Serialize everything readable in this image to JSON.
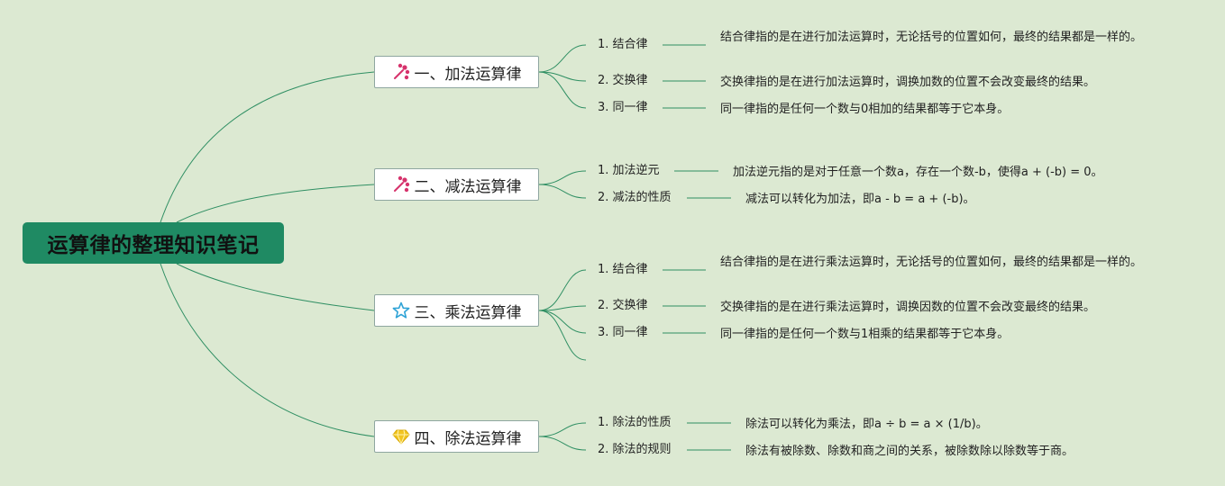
{
  "root": {
    "title": "运算律的整理知识笔记"
  },
  "colors": {
    "background": "#dce9d2",
    "root_fill": "#1f8a63",
    "line": "#2f8f63",
    "icon_pink": "#d6336c",
    "icon_blue": "#2fa3d6",
    "icon_gold": "#f2c521"
  },
  "branches": [
    {
      "title": "一、加法运算律",
      "icon": "sparkle-icon",
      "items": [
        {
          "label": "1. 结合律",
          "desc": "结合律指的是在进行加法运算时，无论括号的位置如何，最终的结果都是一样的。"
        },
        {
          "label": "2. 交换律",
          "desc": "交换律指的是在进行加法运算时，调换加数的位置不会改变最终的结果。"
        },
        {
          "label": "3. 同一律",
          "desc": "同一律指的是任何一个数与0相加的结果都等于它本身。"
        }
      ]
    },
    {
      "title": "二、减法运算律",
      "icon": "sparkle-icon",
      "items": [
        {
          "label": "1. 加法逆元",
          "desc": "加法逆元指的是对于任意一个数a，存在一个数-b，使得a + (-b) = 0。"
        },
        {
          "label": "2. 减法的性质",
          "desc": "减法可以转化为加法，即a - b = a + (-b)。"
        }
      ]
    },
    {
      "title": "三、乘法运算律",
      "icon": "star-icon",
      "items": [
        {
          "label": "1. 结合律",
          "desc": "结合律指的是在进行乘法运算时，无论括号的位置如何，最终的结果都是一样的。"
        },
        {
          "label": "2. 交换律",
          "desc": "交换律指的是在进行乘法运算时，调换因数的位置不会改变最终的结果。"
        },
        {
          "label": "3. 同一律",
          "desc": "同一律指的是任何一个数与1相乘的结果都等于它本身。"
        }
      ]
    },
    {
      "title": "四、除法运算律",
      "icon": "diamond-icon",
      "items": [
        {
          "label": "1. 除法的性质",
          "desc": "除法可以转化为乘法，即a ÷ b = a × (1/b)。"
        },
        {
          "label": "2. 除法的规则",
          "desc": "除法有被除数、除数和商之间的关系，被除数除以除数等于商。"
        }
      ]
    }
  ]
}
